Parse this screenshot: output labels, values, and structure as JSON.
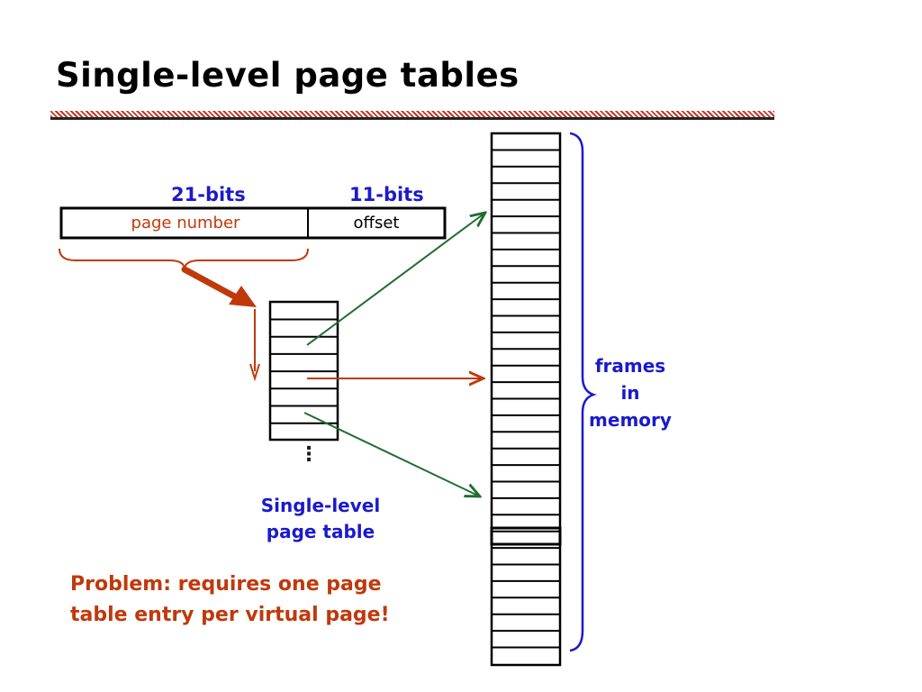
{
  "title": "Single-level page tables",
  "address": {
    "page_bits_label": "21-bits",
    "offset_bits_label": "11-bits",
    "page_field_label": "page number",
    "offset_field_label": "offset"
  },
  "page_table": {
    "label_line1": "Single-level",
    "label_line2": "page table",
    "ellipsis": "⋮"
  },
  "frames": {
    "label_line1": "frames",
    "label_line2": "in",
    "label_line3": "memory"
  },
  "problem": {
    "line1": "Problem: requires one page",
    "line2": "table entry per virtual page!"
  },
  "colors": {
    "accent_red": "#c0390b",
    "blue": "#1a1acc",
    "green": "#1f6e2e"
  }
}
